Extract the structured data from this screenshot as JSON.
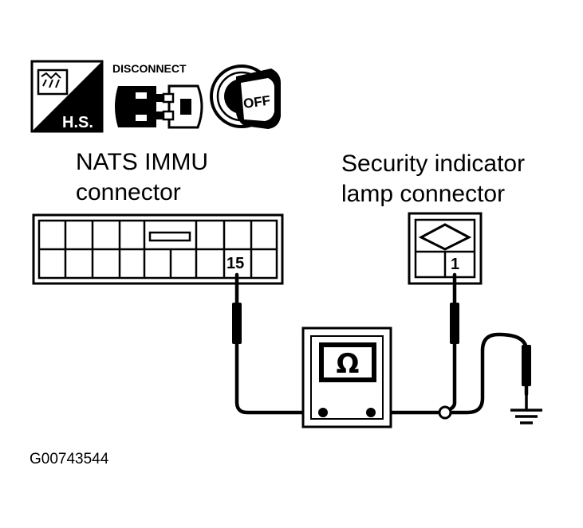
{
  "icons": {
    "hs_label": "H.S.",
    "disconnect_label": "DISCONNECT",
    "ignition_label": "OFF"
  },
  "nats": {
    "title_line1": "NATS IMMU",
    "title_line2": "connector",
    "pin_label": "15"
  },
  "lamp": {
    "title_line1": "Security indicator",
    "title_line2": "lamp connector",
    "pin_label": "1"
  },
  "meter": {
    "symbol": "Ω"
  },
  "figure_id": "G00743544"
}
